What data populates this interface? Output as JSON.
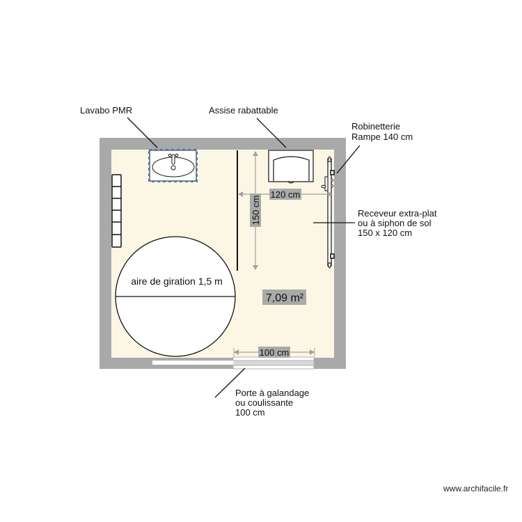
{
  "plan": {
    "colors": {
      "wall": "#a9a9a9",
      "floor": "#fbf7e4",
      "fixture_fill": "#ffffff",
      "stroke": "#111111",
      "dimension_line": "#a0a0a0",
      "dimension_label_bg": "#a9a9a9",
      "selection_dash": "#3a7abf"
    },
    "annotations": {
      "lavabo": "Lavabo PMR",
      "assise": "Assise rabattable",
      "robinetterie_line1": "Robinetterie",
      "robinetterie_line2": "Rampe 140 cm",
      "receveur_line1": "Receveur extra-plat",
      "receveur_line2": "ou à siphon de sol",
      "receveur_line3": "150 x 120 cm",
      "porte_line1": "Porte à galandage",
      "porte_line2": "ou coulissante",
      "porte_line3": "100 cm"
    },
    "turning_circle_label": "aire de giration 1,5 m",
    "area_label": "7,09 m²",
    "dimensions": {
      "shower_width": "120 cm",
      "shower_depth": "150 cm",
      "door_width": "100 cm"
    },
    "watermark": "www.archifacile.fr"
  }
}
